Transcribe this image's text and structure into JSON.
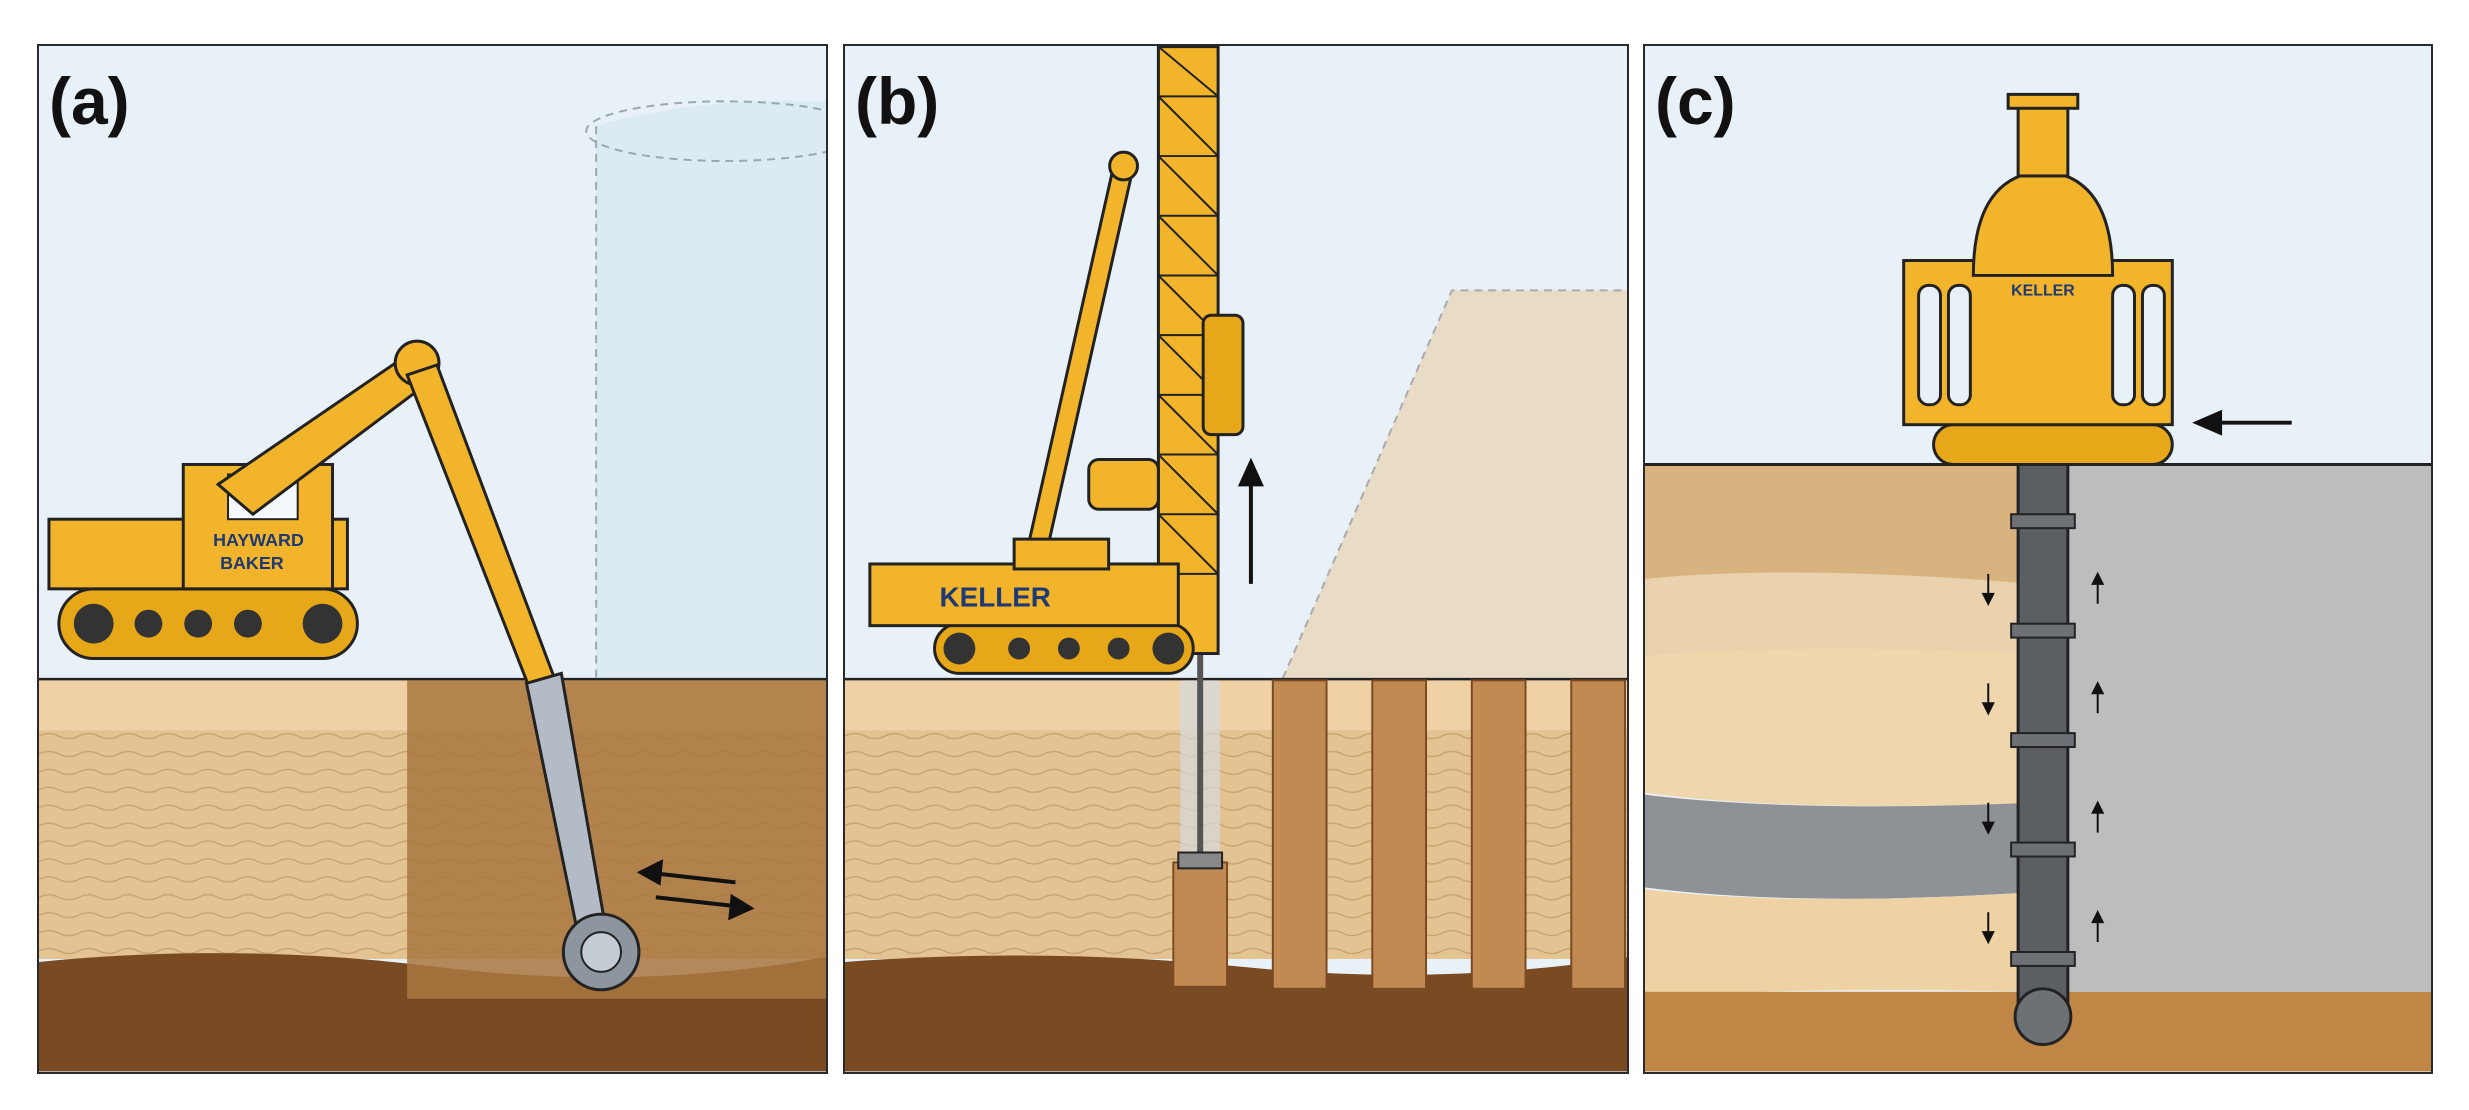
{
  "panels": [
    {
      "label": "(a)",
      "brand": [
        "HAYWARD",
        "BAKER"
      ]
    },
    {
      "label": "(b)",
      "brand": [
        "KELLER"
      ]
    },
    {
      "label": "(c)",
      "brand": [
        "KELLER"
      ]
    }
  ],
  "colors": {
    "sky": "#e8f1f8",
    "topsoil": "#e9c89b",
    "sand": "#e3c391",
    "clay": "#c19a6b",
    "bedrock": "#7a4a22",
    "machine": "#f2b42a",
    "machine_dark": "#c98a10",
    "steel": "#9aa3ad",
    "grout": "#b7bcc2",
    "rock_layer": "#8b8f95"
  }
}
